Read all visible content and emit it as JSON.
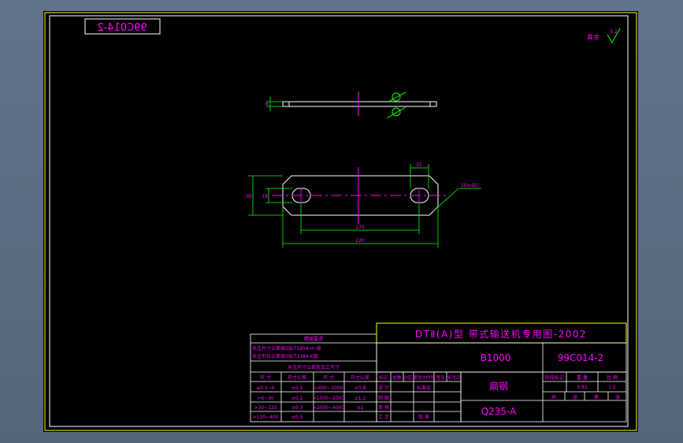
{
  "drawing": {
    "mirrored_code": "99C014-2",
    "surface_finish": {
      "label": "其余",
      "value": "3.2"
    },
    "dimensions": {
      "thickness": "8",
      "slot_width": "18",
      "height": "60",
      "slot_length": "25",
      "hole_pitch": "170",
      "overall_length": "220",
      "chamfer": "10×45°"
    }
  },
  "tolerance_table": {
    "header": "精度要求",
    "notes": [
      "未注尺寸公差按GB/T1804-m 级",
      "未注形位公差按GB/T1184-K级"
    ],
    "subheader": "未注尺寸公差及加工尺寸",
    "columns": [
      "尺 寸",
      "尺寸公差",
      "尺 寸",
      "尺寸公差"
    ],
    "rows": [
      [
        "≥0.5~6",
        "±0.1",
        ">400~1000",
        "±0.8"
      ],
      [
        ">6~30",
        "±0.2",
        ">1000~2000",
        "±1.2"
      ],
      [
        ">30~120",
        "±0.3",
        ">2000~4000",
        "±2"
      ],
      [
        ">120~400",
        "±0.5",
        "",
        ""
      ]
    ]
  },
  "revision_block": {
    "headers": [
      "标记",
      "处数",
      "分区",
      "更改文件号",
      "签名",
      "年月日"
    ],
    "roles": [
      "设 计",
      "制 图",
      "审 核",
      "工 艺",
      "批 准"
    ],
    "extra": [
      "标准化"
    ]
  },
  "title_block": {
    "title": "DTⅡ(A)型 带式输送机专用图-2002",
    "spec": "B1000",
    "drawing_no": "99C014-2",
    "part_name": "扁钢",
    "material": "Q235-A",
    "stage_headers": [
      "阶段标记",
      "重 量",
      "比 例"
    ],
    "weight": "0.82",
    "scale": "1:2",
    "sheet_labels": [
      "共",
      "张",
      "第",
      "张"
    ]
  },
  "colors": {
    "geometry": "#ffffff",
    "dimension": "#00ff00",
    "text": "#ff00ff",
    "frame_inner": "#ffffff",
    "frame_outer": "#ffff00",
    "title_border": "#ffff00"
  }
}
